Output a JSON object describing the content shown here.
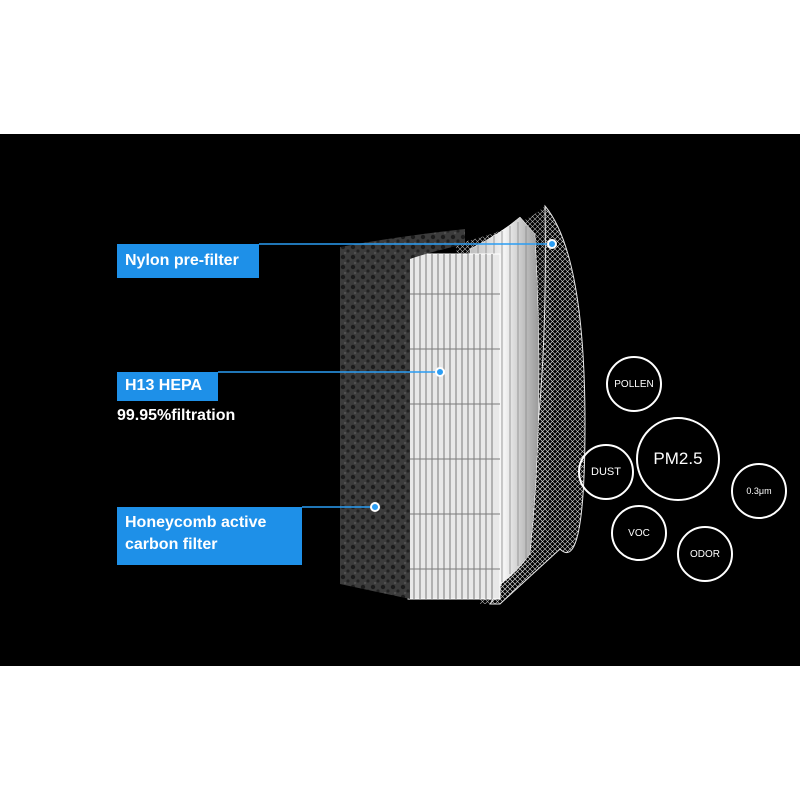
{
  "labels": {
    "nylon_prefilter": "Nylon pre-filter",
    "hepa": "H13 HEPA",
    "hepa_filtration": "99.95%filtration",
    "carbon_line1": "Honeycomb active",
    "carbon_line2": "carbon filter"
  },
  "pollutants": {
    "pollen": "POLLEN",
    "dust": "DUST",
    "pm25": "PM2.5",
    "micron": "0.3μm",
    "voc": "VOC",
    "odor": "ODOR"
  },
  "colors": {
    "background": "#000000",
    "accent": "#1e90e8",
    "page": "#ffffff",
    "carbon": "#3a3a3a"
  },
  "icons": [
    "filter-layers-illustration",
    "callout-dot"
  ]
}
